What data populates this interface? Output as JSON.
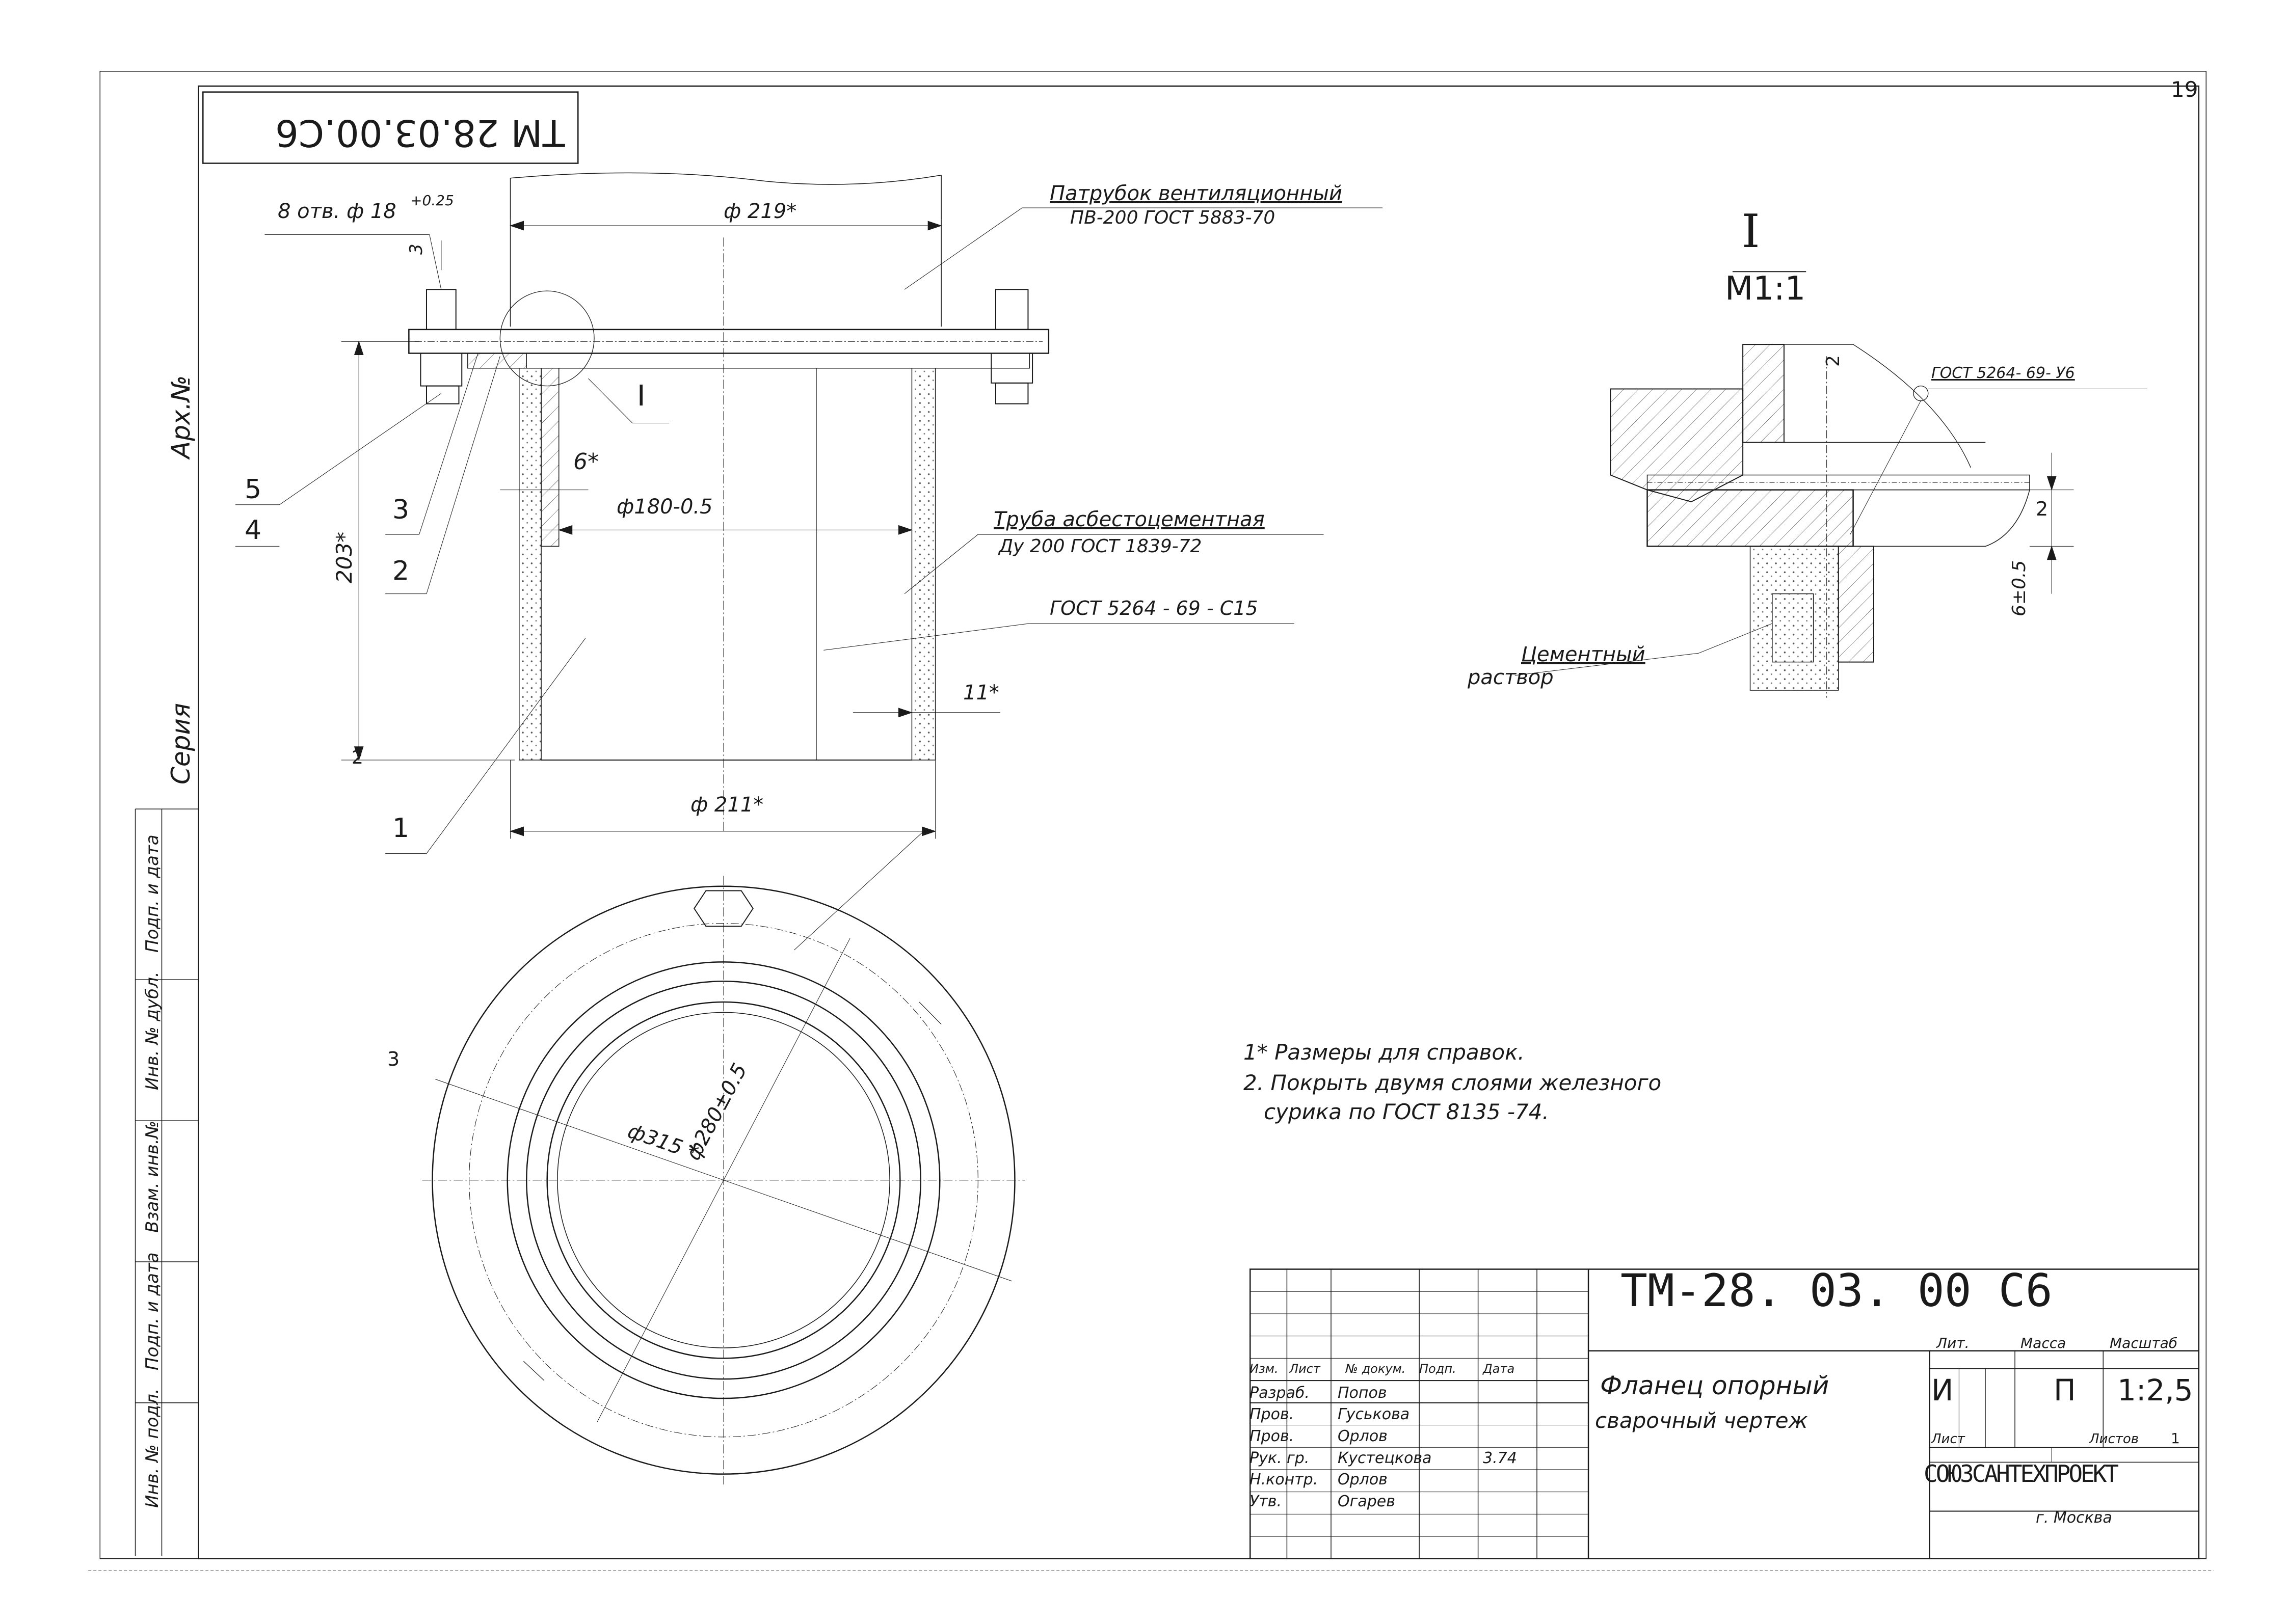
{
  "sheet": {
    "page_number": "19",
    "corner_stamp": "ТМ 28.03.00.С6",
    "side_labels": {
      "arch": "Арх.№",
      "series": "Серия"
    },
    "side_stamp_cells": [
      "Подп. и дата",
      "Инв. № дубл.",
      "Взам. инв.№",
      "Подп. и дата",
      "Инв. № подл."
    ]
  },
  "main_view": {
    "holes_label": "8 отв. ф 18",
    "holes_tolerance": "+0.25",
    "roughness_top": "3",
    "dim_d219": "ф 219*",
    "pipe_name": "Патрубок вентиляционный",
    "pipe_standard": "ПВ-200 ГОСТ 5883-70",
    "detail_ref": "I",
    "dim_6": "6*",
    "dim_d180": "ф180-0.5",
    "pipe2_name": "Труба асбестоцементная",
    "pipe2_standard": "Ду 200 ГОСТ 1839-72",
    "weld_standard": "ГОСТ 5264 - 69 - С15",
    "dim_203": "203*",
    "dim_11": "11*",
    "dim_d211": "ф 211*",
    "roughness_bottom": "2",
    "callouts": [
      "5",
      "4",
      "3",
      "2",
      "1"
    ]
  },
  "plan_view": {
    "roughness": "3",
    "dim_d315": "ф315 *",
    "dim_d280": "ф280±0.5"
  },
  "detail": {
    "title": "I",
    "scale": "М1:1",
    "roughness_top": "2",
    "weld_note": "ГОСТ 5264- 69- У6",
    "roughness_right": "2",
    "dim_6": "6±0.5",
    "mortar_line1": "Цементный",
    "mortar_line2": "раствор"
  },
  "notes": [
    "1* Размеры для справок.",
    "2. Покрыть двумя слоями железного",
    "сурика по ГОСТ 8135 -74."
  ],
  "title_block": {
    "designation": "ТМ-28. 03. 00 С6",
    "name_line1": "Фланец опорный",
    "name_line2": "сварочный чертеж",
    "col_headers": [
      "Изм.",
      "Лист",
      "№ докум.",
      "Подп.",
      "Дата"
    ],
    "roles": [
      "Разраб.",
      "Пров.",
      "Пров.",
      "Рук. гр.",
      "Н.контр.",
      "Утв."
    ],
    "people": [
      "Попов",
      "Гуськова",
      "Орлов",
      "Кустецкова",
      "Орлов",
      "Огарев"
    ],
    "sign_date": "3.74",
    "lit_header": "Лит.",
    "mass_header": "Масса",
    "scale_header": "Масштаб",
    "lit_value": "И",
    "mass_value": "П",
    "scale_value": "1:2,5",
    "sheet_label": "Лист",
    "sheets_label": "Листов",
    "sheets_value": "1",
    "org": "СОЮЗСАНТЕХПРОЕКТ",
    "city": "г. Москва"
  }
}
